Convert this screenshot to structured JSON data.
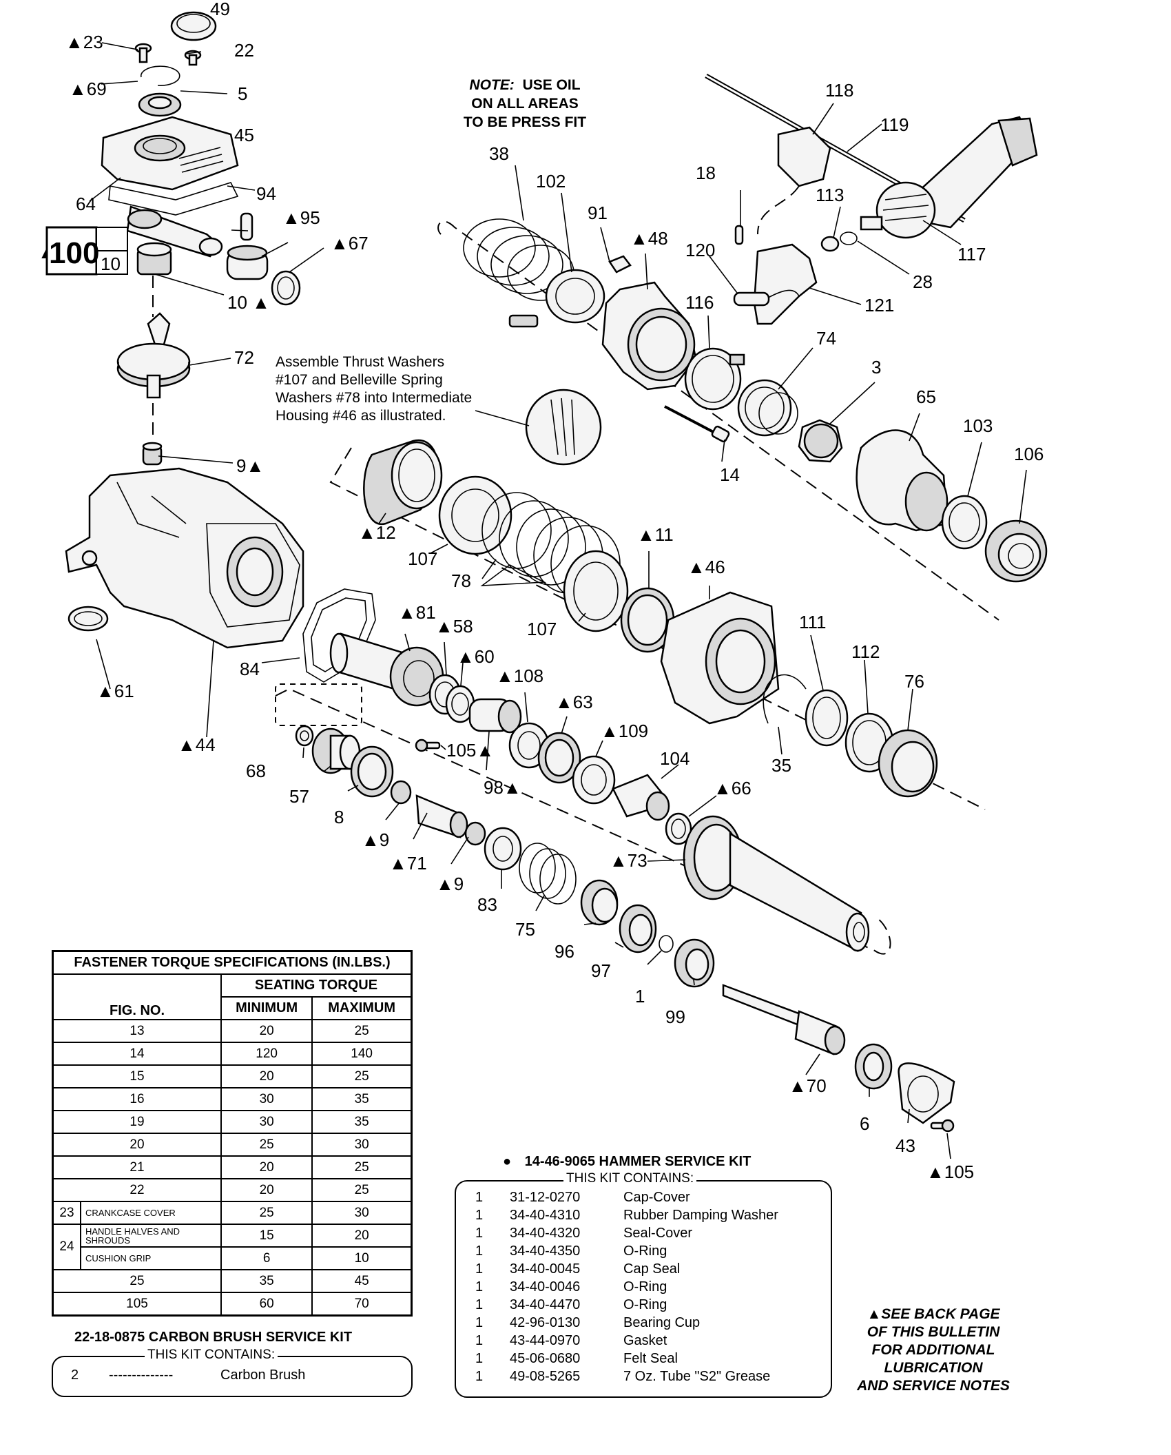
{
  "note": {
    "label": "NOTE:",
    "lines": [
      "USE OIL",
      "ON ALL AREAS",
      "TO BE PRESS FIT"
    ]
  },
  "assemble_note": [
    "Assemble Thrust Washers",
    "#107 and Belleville Spring",
    "Washers #78 into Intermediate",
    "Housing #46 as illustrated."
  ],
  "callouts": {
    "c49": "49",
    "c23": "▲23",
    "c22": "22",
    "c69": "▲69",
    "c5": "5",
    "c45": "45",
    "c64": "64",
    "c94": "94",
    "c95": "▲95",
    "c67": "▲67",
    "c100": "100",
    "c100sub": "10",
    "c100tri": "▲",
    "c10": "10 ▲",
    "c72": "72",
    "c9a": "9▲",
    "c61": "▲61",
    "c44": "▲44",
    "c84": "84",
    "c68": "68",
    "c57": "57",
    "c8": "8",
    "c9b": "▲9",
    "c71": "▲71",
    "c9c": "▲9",
    "c83": "83",
    "c75": "75",
    "c96": "96",
    "c97": "97",
    "c1": "1",
    "c99": "99",
    "c70": "▲70",
    "c6": "6",
    "c43": "43",
    "c105b": "▲105",
    "c38": "38",
    "c102": "102",
    "c91": "91",
    "c48": "▲48",
    "c18": "18",
    "c118": "118",
    "c119": "119",
    "c113": "113",
    "c117": "117",
    "c28": "28",
    "c120": "120",
    "c121": "121",
    "c116": "116",
    "c74": "74",
    "c3": "3",
    "c65": "65",
    "c103": "103",
    "c106": "106",
    "c14": "14",
    "c12": "▲12",
    "c107a": "107",
    "c78": "78",
    "c107b": "107",
    "c11": "▲11",
    "c46": "▲46",
    "c81": "▲81",
    "c58": "▲58",
    "c60": "▲60",
    "c108": "▲108",
    "c63": "▲63",
    "c109": "▲109",
    "c104": "104",
    "c66": "▲66",
    "c73": "▲73",
    "c105a": "105▲",
    "c98": "98▲",
    "c111": "111",
    "c112": "112",
    "c76": "76",
    "c35": "35"
  },
  "torque": {
    "title": "FASTENER TORQUE SPECIFICATIONS (IN.LBS.)",
    "seating": "SEATING TORQUE",
    "headers": [
      "FIG. NO.",
      "MINIMUM",
      "MAXIMUM"
    ],
    "rows": [
      {
        "fig": "13",
        "min": "20",
        "max": "25"
      },
      {
        "fig": "14",
        "min": "120",
        "max": "140"
      },
      {
        "fig": "15",
        "min": "20",
        "max": "25"
      },
      {
        "fig": "16",
        "min": "30",
        "max": "35"
      },
      {
        "fig": "19",
        "min": "30",
        "max": "35"
      },
      {
        "fig": "20",
        "min": "25",
        "max": "30"
      },
      {
        "fig": "21",
        "min": "20",
        "max": "25"
      },
      {
        "fig": "22",
        "min": "20",
        "max": "25"
      }
    ],
    "row23": {
      "fig": "23",
      "desc": "CRANKCASE COVER",
      "min": "25",
      "max": "30"
    },
    "row24": {
      "fig": "24",
      "desc_a": "HANDLE HALVES AND SHROUDS",
      "min_a": "15",
      "max_a": "20",
      "desc_b": "CUSHION GRIP",
      "min_b": "6",
      "max_b": "10"
    },
    "rows_end": [
      {
        "fig": "25",
        "min": "35",
        "max": "45"
      },
      {
        "fig": "105",
        "min": "60",
        "max": "70"
      }
    ]
  },
  "brush_kit": {
    "title": "22-18-0875 CARBON BRUSH SERVICE KIT",
    "caption": "THIS KIT CONTAINS:",
    "qty": "2",
    "part": "--------------",
    "desc": "Carbon Brush"
  },
  "hammer_kit": {
    "bullet": "●",
    "title": "14-46-9065 HAMMER SERVICE KIT",
    "caption": "THIS KIT CONTAINS:",
    "items": [
      {
        "qty": "1",
        "part": "31-12-0270",
        "desc": "Cap-Cover"
      },
      {
        "qty": "1",
        "part": "34-40-4310",
        "desc": "Rubber Damping Washer"
      },
      {
        "qty": "1",
        "part": "34-40-4320",
        "desc": "Seal-Cover"
      },
      {
        "qty": "1",
        "part": "34-40-4350",
        "desc": "O-Ring"
      },
      {
        "qty": "1",
        "part": "34-40-0045",
        "desc": "Cap Seal"
      },
      {
        "qty": "1",
        "part": "34-40-0046",
        "desc": "O-Ring"
      },
      {
        "qty": "1",
        "part": "34-40-4470",
        "desc": "O-Ring"
      },
      {
        "qty": "1",
        "part": "42-96-0130",
        "desc": "Bearing Cup"
      },
      {
        "qty": "1",
        "part": "43-44-0970",
        "desc": "Gasket"
      },
      {
        "qty": "1",
        "part": "45-06-0680",
        "desc": "Felt Seal"
      },
      {
        "qty": "1",
        "part": "49-08-5265",
        "desc": "7 Oz. Tube \"S2\" Grease"
      }
    ]
  },
  "see_back": [
    "▲SEE BACK PAGE",
    "OF THIS BULLETIN",
    "FOR ADDITIONAL",
    "LUBRICATION",
    "AND SERVICE NOTES"
  ]
}
